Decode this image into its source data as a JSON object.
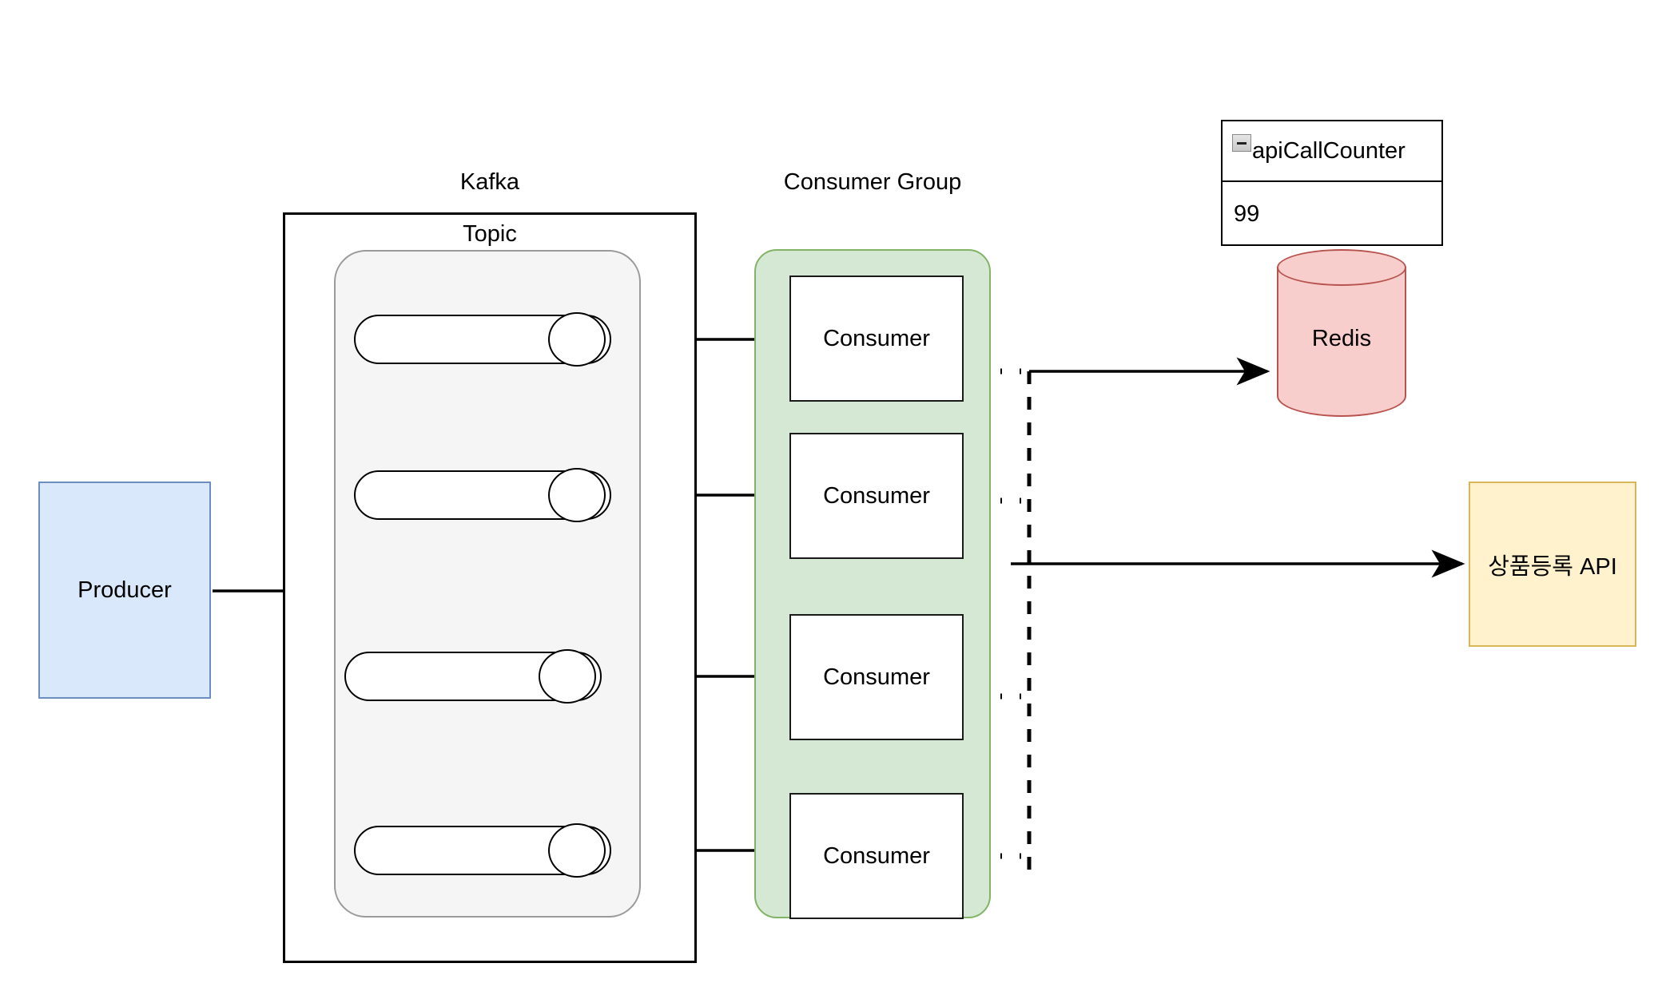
{
  "diagram": {
    "title_kafka": "Kafka",
    "title_topic": "Topic",
    "title_consumer_group": "Consumer Group",
    "producer_label": "Producer",
    "redis_label": "Redis",
    "api_label": "상품등록 API",
    "counter": {
      "name": "apiCallCounter",
      "value": "99",
      "collapse_icon": "minus-square-icon"
    },
    "partitions": [
      {
        "id": "partition-1",
        "label": ""
      },
      {
        "id": "partition-2",
        "label": ""
      },
      {
        "id": "partition-3",
        "label": ""
      },
      {
        "id": "partition-4",
        "label": ""
      }
    ],
    "consumers": [
      {
        "id": "consumer-1",
        "label": "Consumer"
      },
      {
        "id": "consumer-2",
        "label": "Consumer"
      },
      {
        "id": "consumer-3",
        "label": "Consumer"
      },
      {
        "id": "consumer-4",
        "label": "Consumer"
      }
    ],
    "colors": {
      "producer_fill": "#dae8fc",
      "producer_stroke": "#6c8ebf",
      "topic_fill": "#f5f5f5",
      "topic_stroke": "#9a9a9a",
      "consumer_group_fill": "#d5e8d4",
      "consumer_group_stroke": "#82b366",
      "redis_fill": "#f8cecc",
      "redis_stroke": "#b85450",
      "api_fill": "#fff2cc",
      "api_stroke": "#d6b656",
      "line": "#000000",
      "canvas": "#ffffff"
    },
    "edges": [
      {
        "from": "Producer",
        "to": "Topic",
        "style": "solid-arrow"
      },
      {
        "from": "consumer-1",
        "to": "partition-1",
        "style": "solid-arrow"
      },
      {
        "from": "consumer-2",
        "to": "partition-2",
        "style": "solid-arrow"
      },
      {
        "from": "consumer-3",
        "to": "partition-3",
        "style": "solid-arrow"
      },
      {
        "from": "consumer-4",
        "to": "partition-4",
        "style": "solid-arrow"
      },
      {
        "from": "consumer-1",
        "to": "shared-bus",
        "style": "dotted"
      },
      {
        "from": "consumer-2",
        "to": "shared-bus",
        "style": "dotted"
      },
      {
        "from": "consumer-3",
        "to": "shared-bus",
        "style": "dotted"
      },
      {
        "from": "consumer-4",
        "to": "shared-bus",
        "style": "dotted"
      },
      {
        "from": "shared-bus",
        "to": "Redis",
        "style": "solid-arrow"
      },
      {
        "from": "shared-bus",
        "to": "상품등록 API",
        "style": "solid-arrow"
      }
    ]
  }
}
